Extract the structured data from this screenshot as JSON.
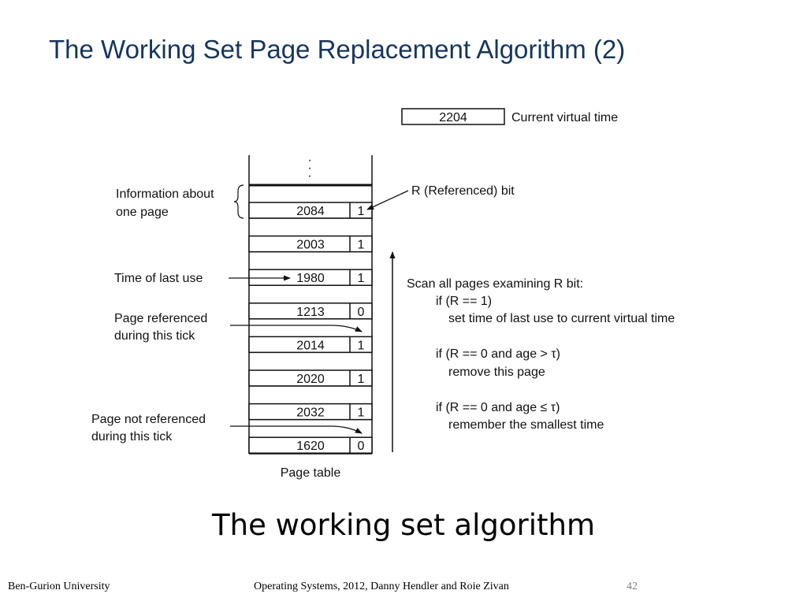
{
  "slide": {
    "title": "The Working Set Page Replacement Algorithm (2)",
    "caption": "The working set algorithm"
  },
  "footer": {
    "left": "Ben-Gurion University",
    "center": "Operating Systems, 2012, Danny Hendler and Roie Zivan",
    "page_number": "42"
  },
  "diagram": {
    "current_time_value": "2204",
    "current_time_label": "Current virtual time",
    "ellipsis": "·",
    "rows": [
      {
        "time": "2084",
        "r": "1"
      },
      {
        "time": "2003",
        "r": "1"
      },
      {
        "time": "1980",
        "r": "1"
      },
      {
        "time": "1213",
        "r": "0"
      },
      {
        "time": "2014",
        "r": "1"
      },
      {
        "time": "2020",
        "r": "1"
      },
      {
        "time": "2032",
        "r": "1"
      },
      {
        "time": "1620",
        "r": "0"
      }
    ],
    "table_label": "Page table",
    "left_labels": {
      "info_line1": "Information about",
      "info_line2": "one page",
      "time_last_use": "Time of last use",
      "referenced_line1": "Page referenced",
      "referenced_line2": "during this tick",
      "not_referenced_line1": "Page not referenced",
      "not_referenced_line2": "during this tick"
    },
    "r_bit_label": "R (Referenced) bit",
    "scan_text": {
      "line1": "Scan all pages examining R bit:",
      "line2": "if (R == 1)",
      "line3": "set time of last use to current virtual time",
      "line4": "if (R == 0 and age > τ)",
      "line5": "remove this page",
      "line6": "if (R == 0 and age ≤ τ)",
      "line7": "remember the smallest time"
    }
  }
}
